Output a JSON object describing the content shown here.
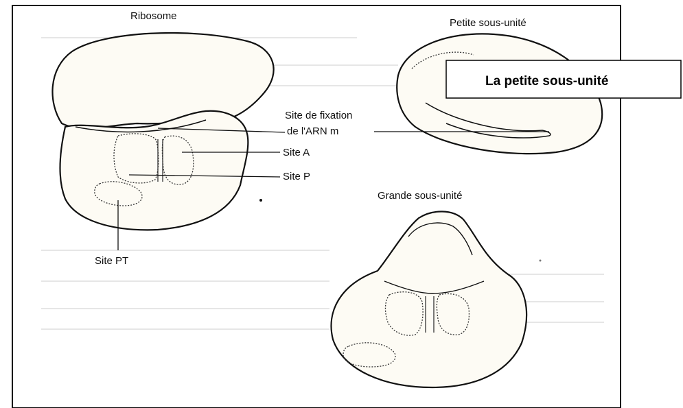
{
  "labels": {
    "ribosome": "Ribosome",
    "small_subunit": "Petite sous-unité",
    "large_subunit": "Grande sous-unité",
    "mrna_site_line1": "Site de fixation",
    "mrna_site_line2": "de l'ARN m",
    "site_a": "Site A",
    "site_p": "Site P",
    "site_pt": "Site PT"
  },
  "callout": {
    "text": "La petite sous-unité"
  },
  "colors": {
    "background": "#ffffff",
    "paper": "#fdfbf4",
    "ink": "#111111"
  }
}
